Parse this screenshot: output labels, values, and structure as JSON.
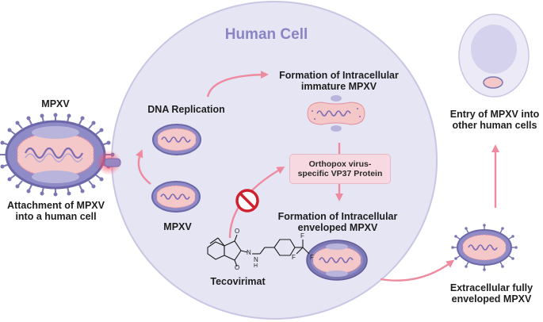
{
  "title": "Human Cell",
  "labels": {
    "mpxv_top": "MPXV",
    "attachment": "Attachment of MPXV into a human cell",
    "dna_replication": "DNA Replication",
    "mpxv_mid": "MPXV",
    "tecovirimat": "Tecovirimat",
    "formation_immature": "Formation of Intracellular immature MPXV",
    "vp37_box": "Orthopox virus-specific VP37 Protein",
    "formation_enveloped": "Formation of Intracellular enveloped MPXV",
    "entry": "Entry of MPXV into other human cells",
    "extracellular": "Extracellular fully enveloped MPXV"
  },
  "colors": {
    "cell_fill": "#e6e5f3",
    "cell_stroke": "#c9c6e4",
    "arrow": "#ee8ba0",
    "virus_outer": "#7c78b4",
    "virus_inner": "#f4c7c9",
    "genome": "#7a6cb5",
    "inhibit": "#d0202d"
  },
  "chemical": {
    "atoms": [
      "O",
      "O",
      "N",
      "N",
      "H",
      "F",
      "F",
      "F"
    ]
  }
}
